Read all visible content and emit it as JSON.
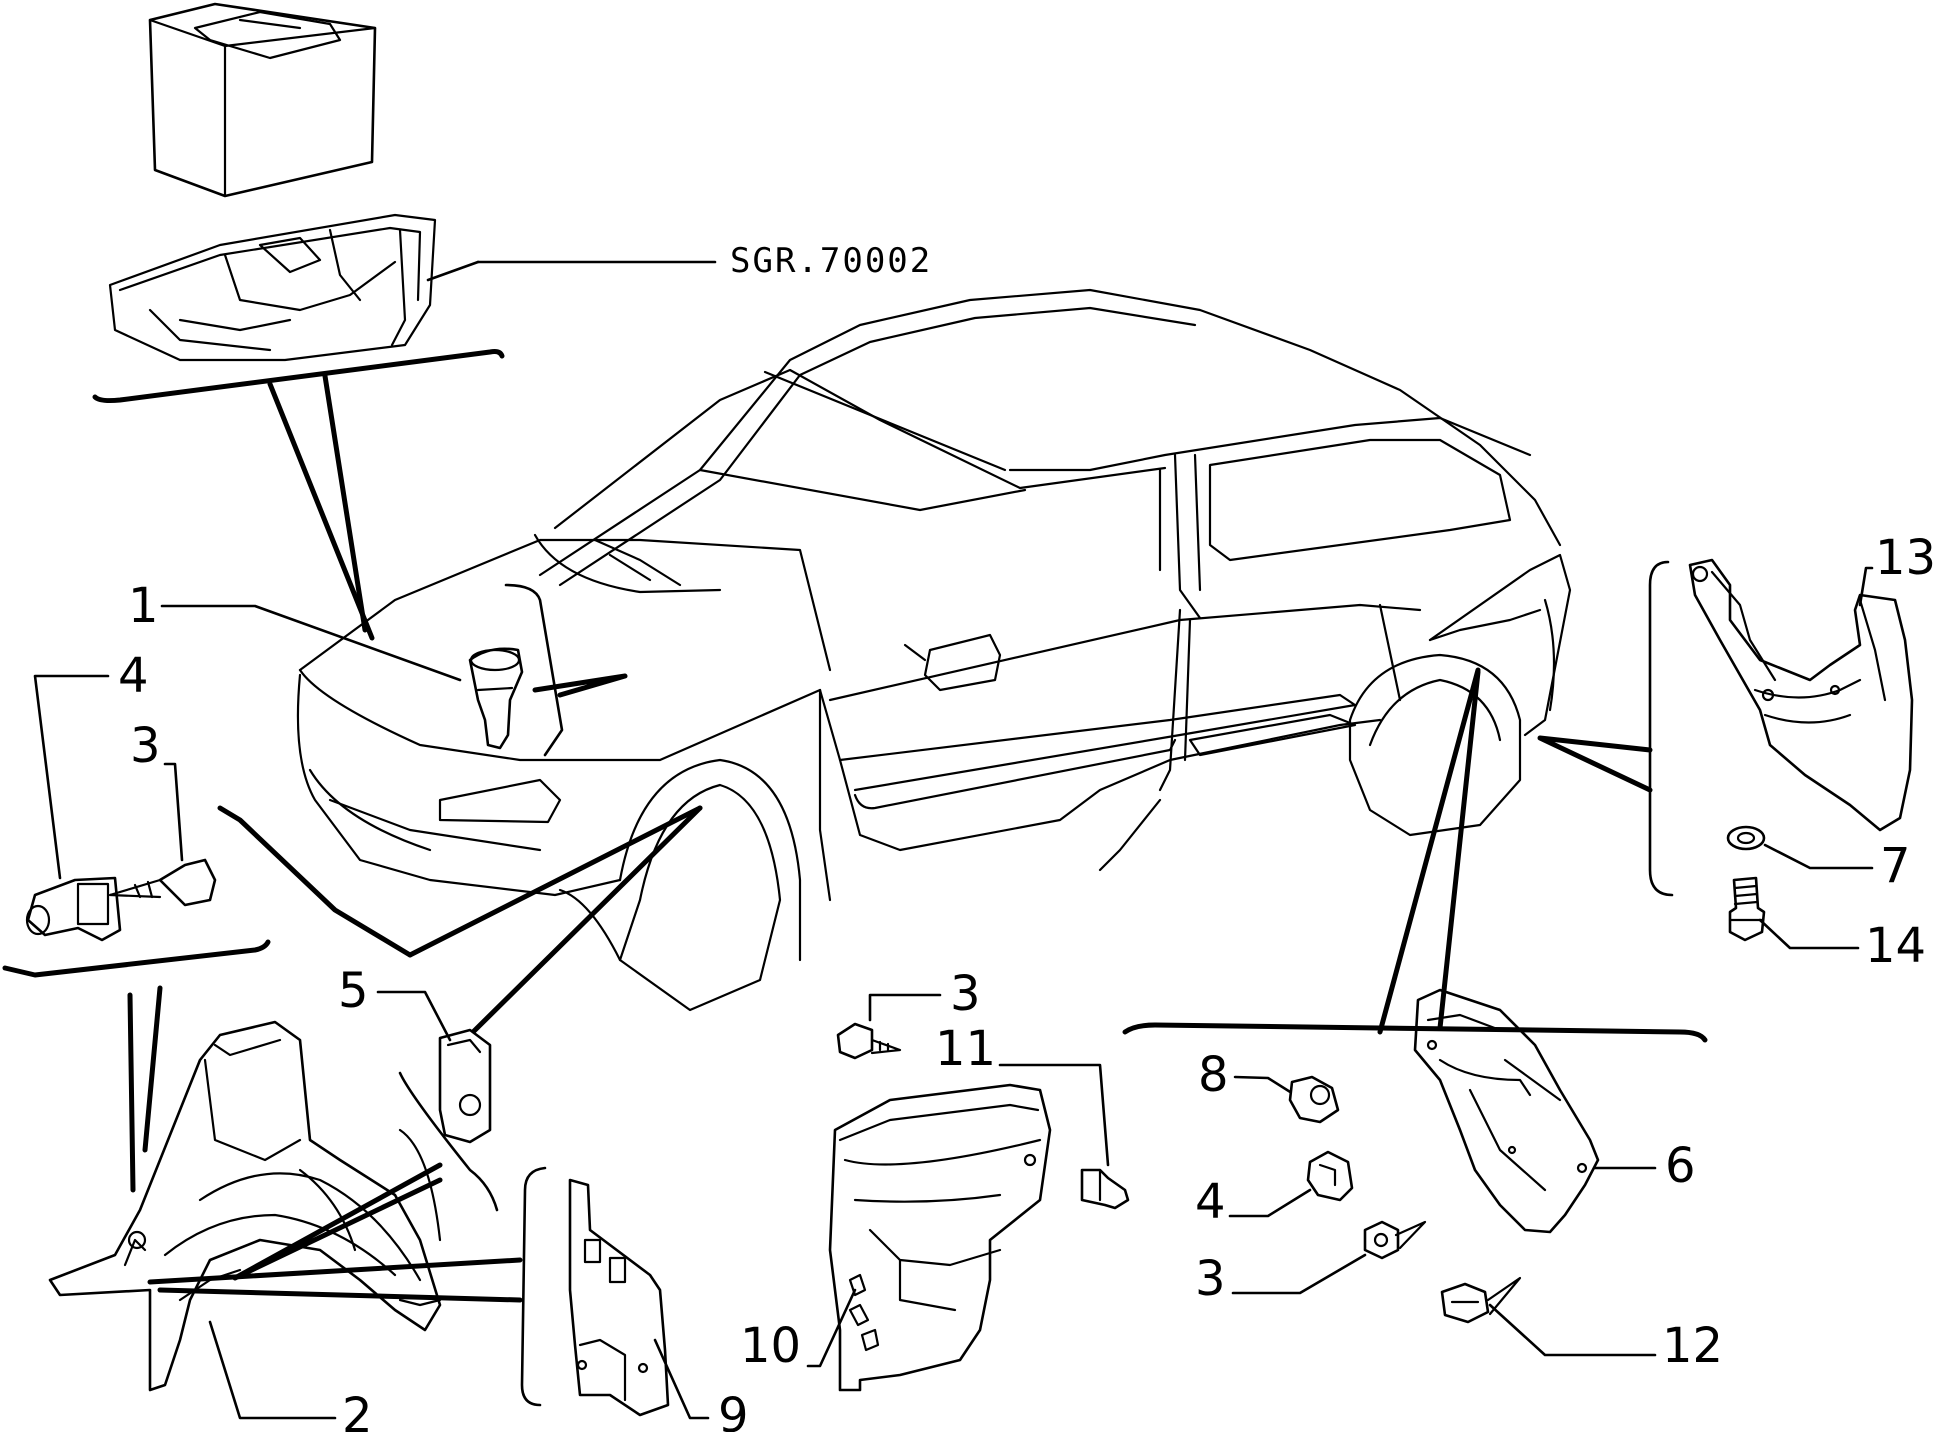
{
  "diagram": {
    "reference_label": "SGR.70002",
    "callouts": {
      "c1": "1",
      "c2": "2",
      "c3a": "3",
      "c3b": "3",
      "c3c": "3",
      "c4a": "4",
      "c4b": "4",
      "c5": "5",
      "c6": "6",
      "c7": "7",
      "c8": "8",
      "c9": "9",
      "c10": "10",
      "c11": "11",
      "c12": "12",
      "c13": "13",
      "c14": "14"
    }
  }
}
